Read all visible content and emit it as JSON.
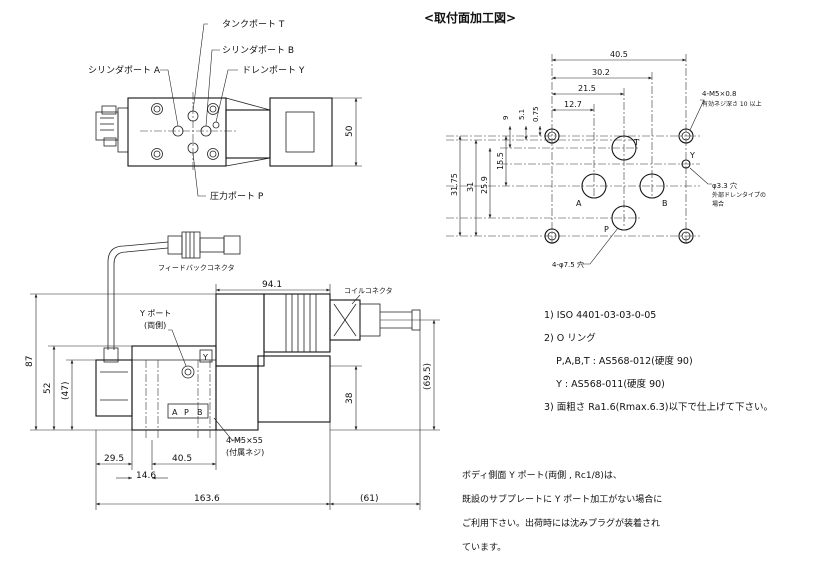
{
  "mount_title": "<取付面加工図>",
  "top_view": {
    "tank_port": "タンクポート T",
    "cyl_port_b": "シリンダポート B",
    "cyl_port_a": "シリンダポート A",
    "drain_port": "ドレンポート Y",
    "pressure_port": "圧力ポート P",
    "dim_height": "50"
  },
  "front_view": {
    "feedback_connector": "フィードバックコネクタ",
    "coil_connector": "コイルコネクタ",
    "y_port_label": "Y ポート",
    "y_port_both": "(両側)",
    "screw_label": "4-M5×55",
    "screw_note": "(付属ネジ)",
    "port_marks": [
      "A",
      "P",
      "B"
    ],
    "y_mark": "Y",
    "dims": {
      "d94_1": "94.1",
      "d87": "87",
      "d52": "52",
      "d47": "(47)",
      "d38": "38",
      "d69_5": "(69.5)",
      "d29_5": "29.5",
      "d40_5b": "40.5",
      "d14_6": "14.6",
      "d163_6": "163.6",
      "d61": "(61)"
    }
  },
  "mount_view": {
    "dims": {
      "w40_5": "40.5",
      "w30_2": "30.2",
      "w21_5": "21.5",
      "w12_7": "12.7",
      "v9": "9",
      "v5_1": "5.1",
      "v0_75": "0.75",
      "h31_75": "31.75",
      "h31": "31",
      "h25_9": "25.9",
      "h15_5": "15.5"
    },
    "port_labels": [
      "T",
      "A",
      "B",
      "P",
      "Y"
    ],
    "m5_line1": "4-M5×0.8",
    "m5_line2": "有効ネジ深さ 10 以上",
    "hole_33_line1": "φ3.3 穴",
    "hole_33_line2": "外部ドレンタイプの",
    "hole_33_line3": "場合",
    "hole_75": "4-φ7.5 穴"
  },
  "notes": [
    "1) ISO 4401-03-03-0-05",
    "2) O リング",
    "    P,A,B,T : AS568-012(硬度 90)",
    "    Y : AS568-011(硬度 90)",
    "3) 面粗さ Ra1.6(Rmax.6.3)以下で仕上げて下さい。"
  ],
  "footnote": [
    "ボディ側面 Y ポート(両側 , Rc1/8)は、",
    "既設のサブプレートに Y ポート加工がない場合に",
    "ご利用下さい。出荷時には沈みプラグが装着され",
    "ています。"
  ]
}
